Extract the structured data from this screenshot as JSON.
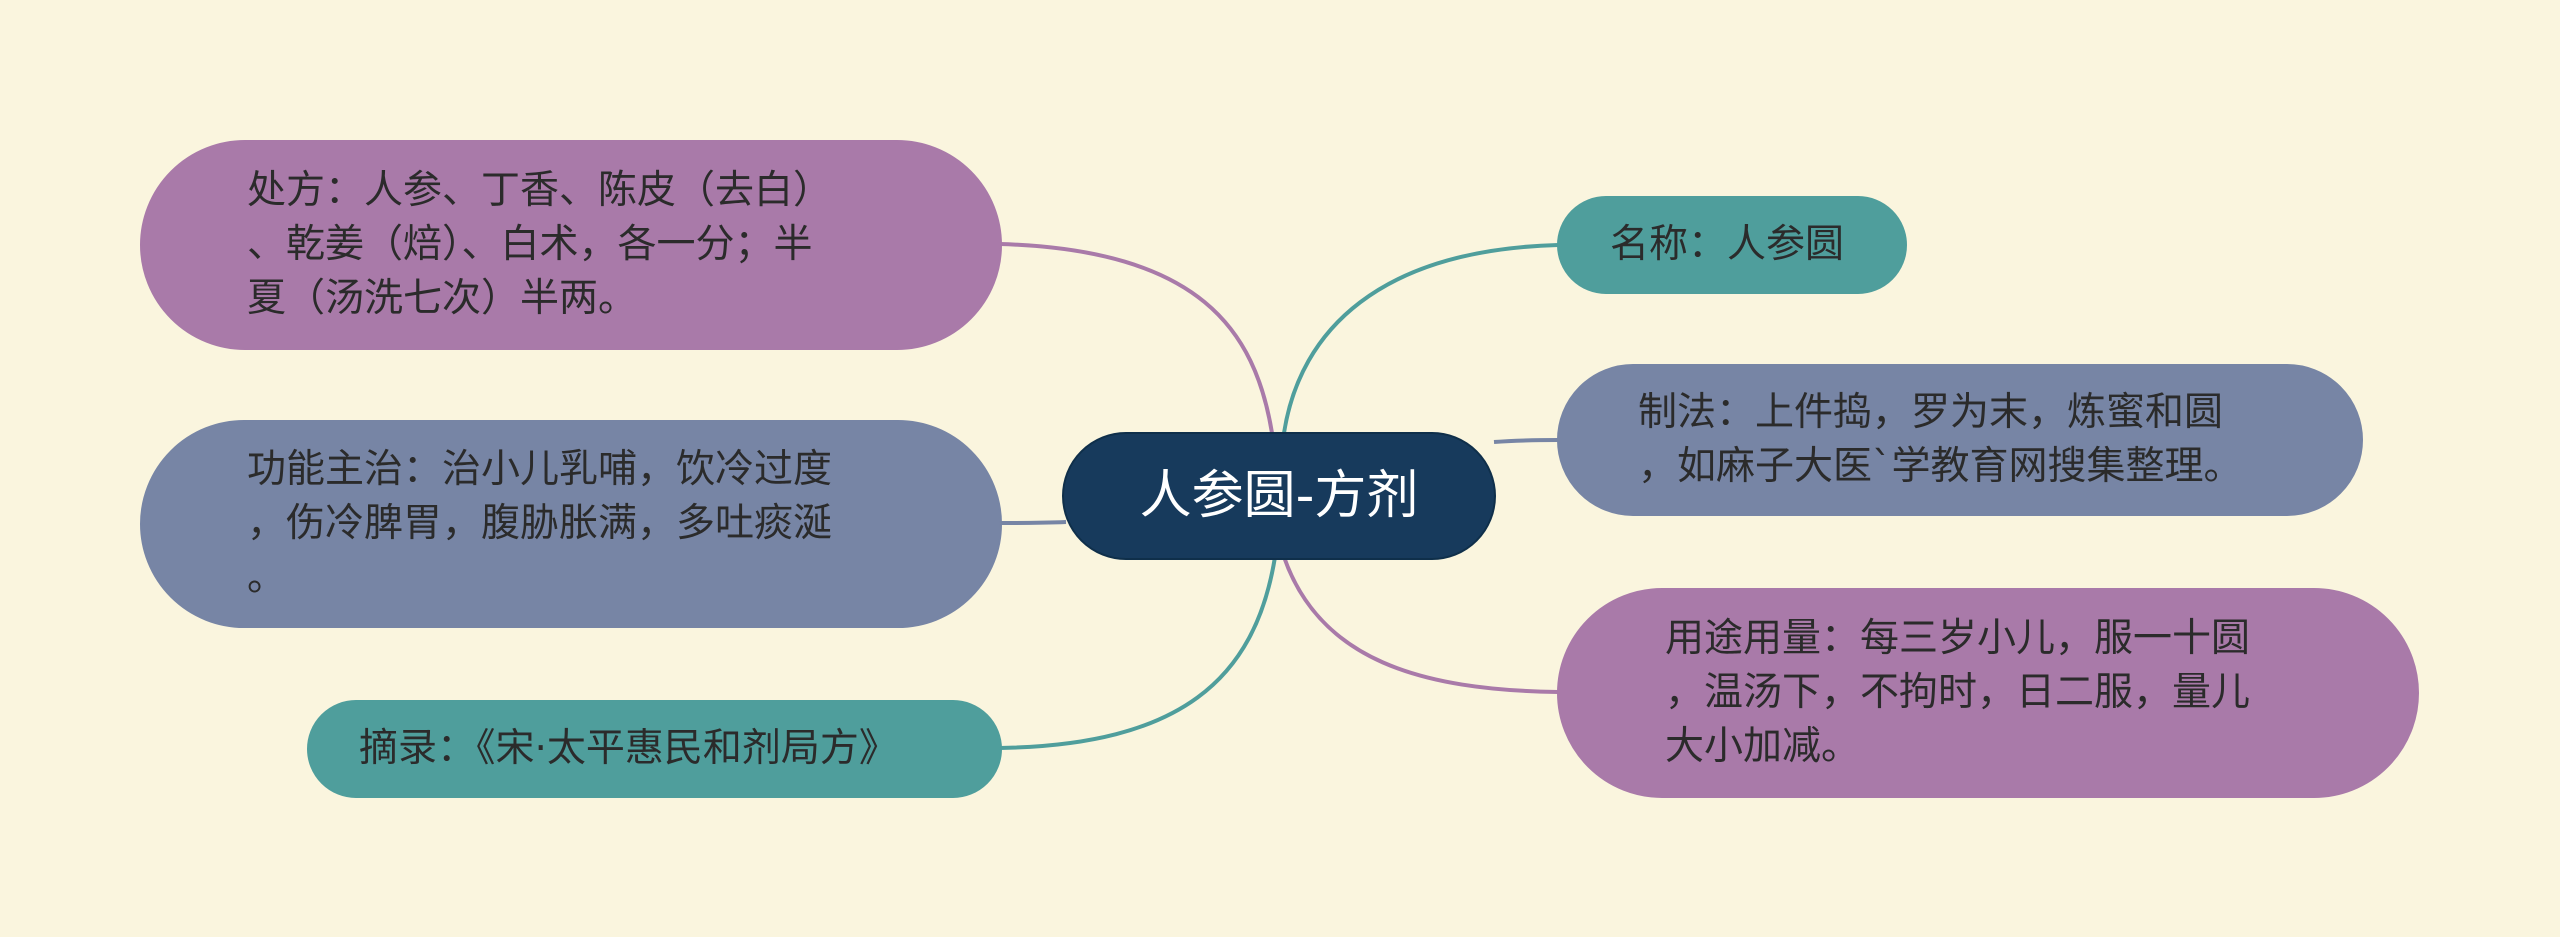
{
  "background": "#faf5de",
  "mindmap": {
    "root": {
      "label": "人参圆-方剂",
      "color": "#173a5c"
    },
    "left_branches": [
      {
        "label": "处方：人参、丁香、陈皮（去白）\n、乾姜（焙）、白术，各一分；半\n夏（汤洗七次）半两。",
        "color": "#a97aa9",
        "line_color": "#a97aa9"
      },
      {
        "label": "功能主治：治小儿乳哺，饮冷过度\n，伤冷脾胃，腹胁胀满，多吐痰涎\n。",
        "color": "#7785a5",
        "line_color": "#7785a5"
      },
      {
        "label": "摘录：《宋·太平惠民和剂局方》",
        "color": "#4f9e9c",
        "line_color": "#4f9e9c"
      }
    ],
    "right_branches": [
      {
        "label": "名称：人参圆",
        "color": "#4f9e9c",
        "line_color": "#4f9e9c"
      },
      {
        "label": "制法：上件捣，罗为末，炼蜜和圆\n，如麻子大医`学教育网搜集整理。",
        "color": "#7785a5",
        "line_color": "#7785a5"
      },
      {
        "label": "用途用量：每三岁小儿，服一十圆\n，温汤下，不拘时，日二服，量儿\n大小加减。",
        "color": "#a97aa9",
        "line_color": "#a97aa9"
      }
    ]
  }
}
